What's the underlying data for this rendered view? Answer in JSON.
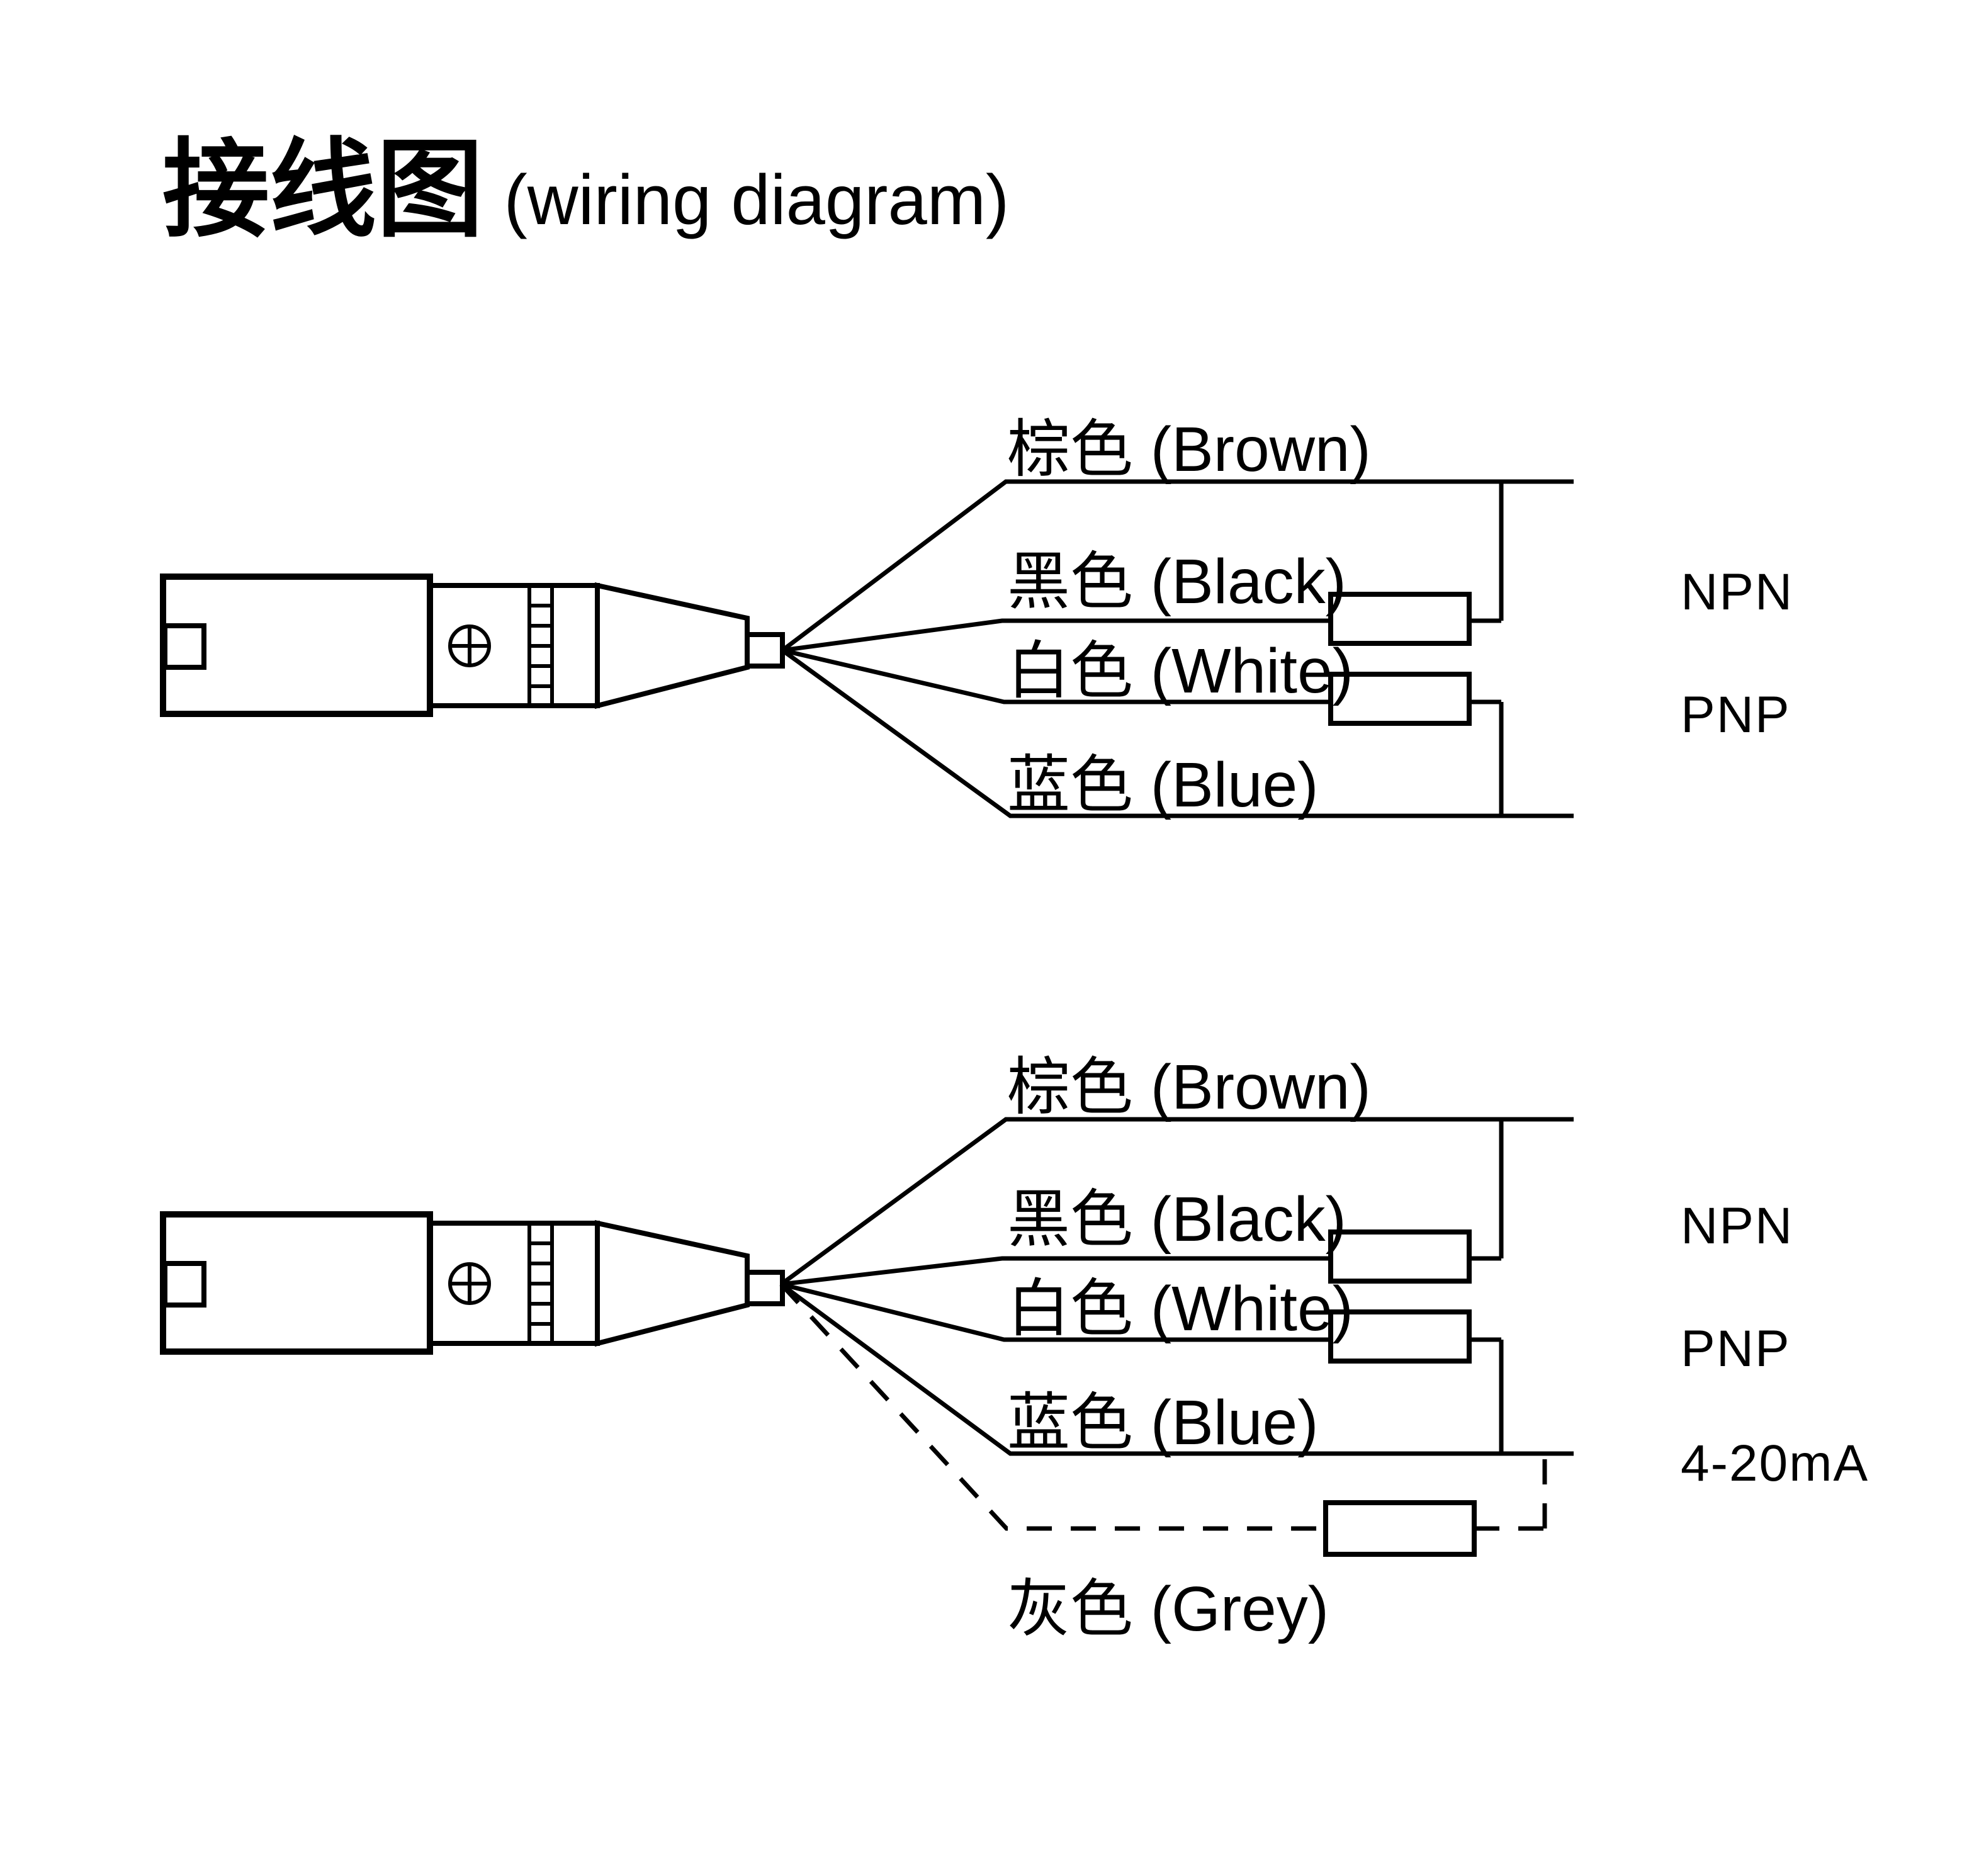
{
  "page": {
    "background_color": "#ffffff",
    "line_color": "#000000"
  },
  "title": {
    "zh": "接线图",
    "en": "(wiring diagram)"
  },
  "diagrams": [
    {
      "id": "top",
      "wires": [
        {
          "id": "brown",
          "label": "棕色 (Brown)",
          "style": "solid"
        },
        {
          "id": "black",
          "label": "黑色 (Black)",
          "style": "solid"
        },
        {
          "id": "white",
          "label": "白色 (White)",
          "style": "solid"
        },
        {
          "id": "blue",
          "label": "蓝色 (Blue)",
          "style": "solid"
        }
      ],
      "outputs": [
        {
          "id": "npn",
          "label": "NPN"
        },
        {
          "id": "pnp",
          "label": "PNP"
        }
      ]
    },
    {
      "id": "bottom",
      "wires": [
        {
          "id": "brown",
          "label": "棕色 (Brown)",
          "style": "solid"
        },
        {
          "id": "black",
          "label": "黑色 (Black)",
          "style": "solid"
        },
        {
          "id": "white",
          "label": "白色 (White)",
          "style": "solid"
        },
        {
          "id": "blue",
          "label": "蓝色 (Blue)",
          "style": "solid"
        },
        {
          "id": "grey",
          "label": "灰色 (Grey)",
          "style": "dashed"
        }
      ],
      "outputs": [
        {
          "id": "npn",
          "label": "NPN"
        },
        {
          "id": "pnp",
          "label": "PNP"
        },
        {
          "id": "current-loop",
          "label": "4-20mA"
        }
      ]
    }
  ]
}
